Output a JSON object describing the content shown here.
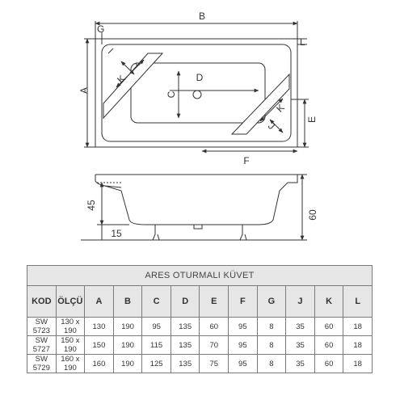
{
  "drawing": {
    "top_view_labels": {
      "B": "B",
      "G": "G",
      "L": "L",
      "A": "A",
      "D": "D",
      "C": "C",
      "K": "K",
      "J": "J",
      "E": "E",
      "F": "F"
    },
    "side_view_labels": {
      "h45": "45",
      "h15": "15",
      "h60": "60"
    }
  },
  "table": {
    "title": "ARES OTURMALI KÜVET",
    "headers": [
      "KOD",
      "ÖLÇÜ",
      "A",
      "B",
      "C",
      "D",
      "E",
      "F",
      "G",
      "J",
      "K",
      "L"
    ],
    "rows": [
      [
        "SW 5723",
        "130 x 190",
        "130",
        "190",
        "95",
        "135",
        "60",
        "95",
        "8",
        "35",
        "60",
        "18"
      ],
      [
        "SW 5727",
        "150 x 190",
        "150",
        "190",
        "115",
        "135",
        "70",
        "95",
        "8",
        "35",
        "60",
        "18"
      ],
      [
        "SW 5729",
        "160 x 190",
        "160",
        "190",
        "125",
        "135",
        "75",
        "95",
        "8",
        "35",
        "60",
        "18"
      ]
    ]
  },
  "colors": {
    "line": "#333333",
    "table_border": "#7a7a7a",
    "header_bg": "#e6e6e6"
  }
}
